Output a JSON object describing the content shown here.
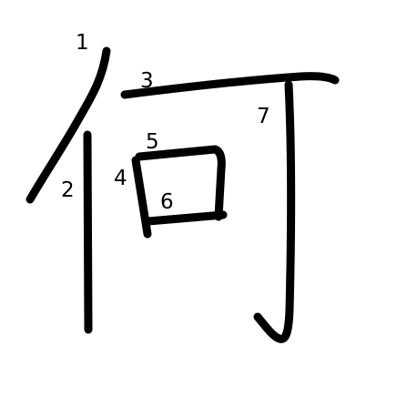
{
  "character": {
    "glyph": "何",
    "stroke_color": "#000000",
    "background_color": "#ffffff",
    "strokes": [
      {
        "order": "1"
      },
      {
        "order": "2"
      },
      {
        "order": "3"
      },
      {
        "order": "4"
      },
      {
        "order": "5"
      },
      {
        "order": "6"
      },
      {
        "order": "7"
      }
    ]
  }
}
